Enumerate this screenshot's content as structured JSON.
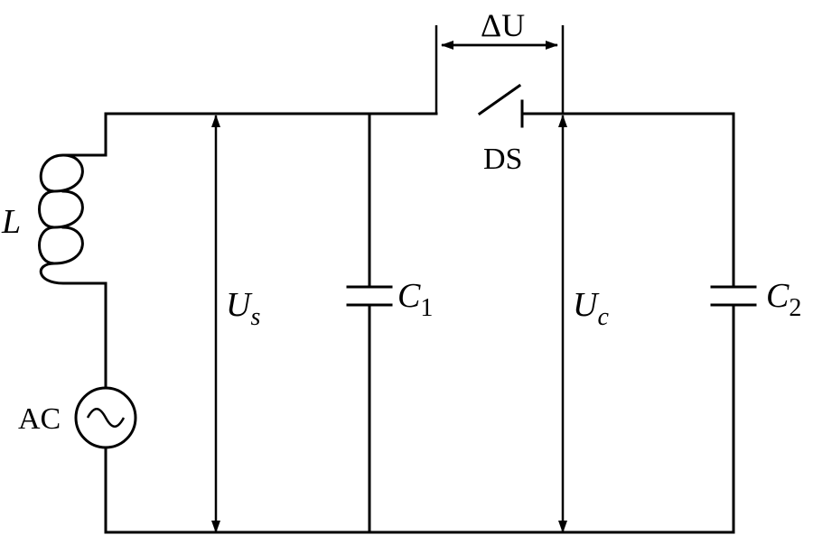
{
  "labels": {
    "inductor": "L",
    "source": "AC",
    "switch": "DS",
    "delta_u": "ΔU",
    "us_main": "U",
    "us_sub": "s",
    "uc_main": "U",
    "uc_sub": "c",
    "c1_main": "C",
    "c1_sub": "1",
    "c2_main": "C",
    "c2_sub": "2"
  }
}
